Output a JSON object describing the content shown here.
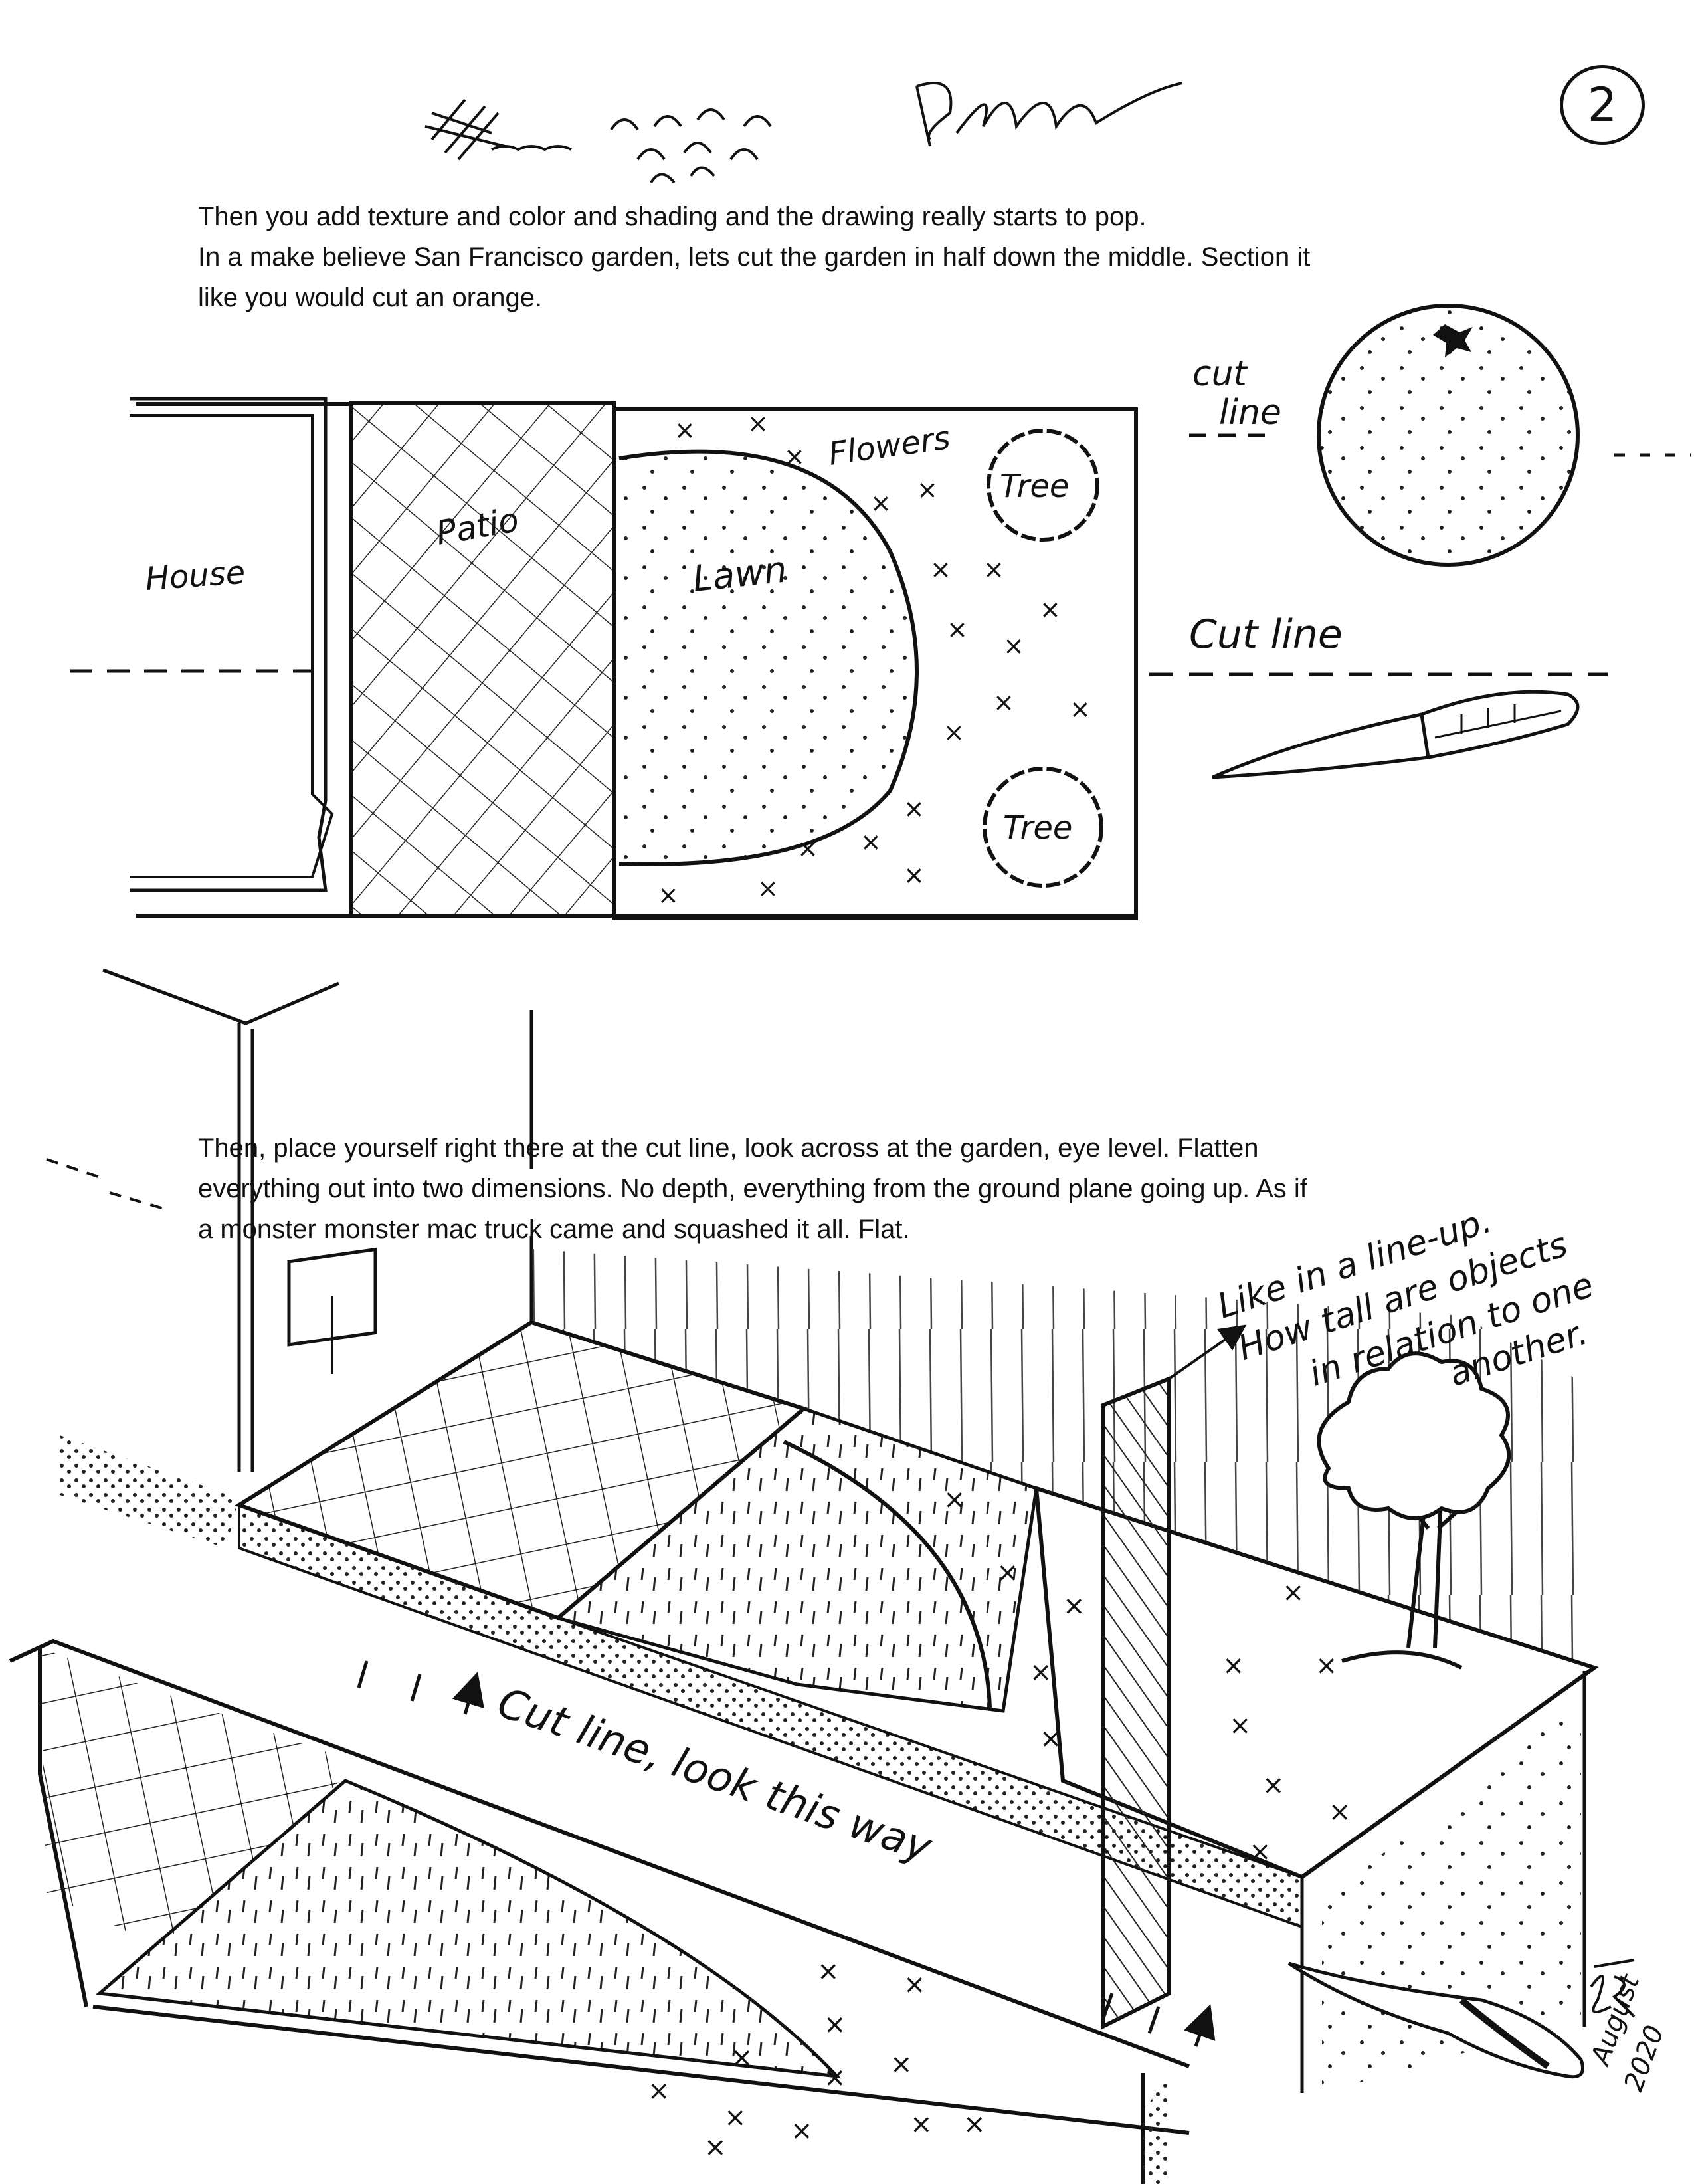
{
  "page_number": "2",
  "intro": {
    "line1": "Then you add texture and color and shading and the drawing really starts to pop.",
    "line2": "In a make believe San Francisco garden, lets cut the garden in half down the middle.  Section it",
    "line3": "like you would cut an orange."
  },
  "plan": {
    "house": "House",
    "patio": "Patio",
    "lawn": "Lawn",
    "flowers": "Flowers",
    "tree_top": "Tree",
    "tree_bottom": "Tree"
  },
  "orange": {
    "cut_word": "cut",
    "line_word": "line"
  },
  "knife_label": "Cut line",
  "middle": {
    "line1": "Then, place yourself right there at the cut line, look across at the garden, eye level.  Flatten",
    "line2": "everything out into two dimensions.  No depth, everything from the ground plane going up.  As if",
    "line3": "a monster monster mac truck came and squashed it all.  Flat."
  },
  "note": {
    "line1": "Like in a line-up.",
    "line2": "How tall are objects",
    "line3": "in relation to one",
    "line4": "another."
  },
  "cut_arrow_text": "Cut line, look this way",
  "signature": {
    "month": "August",
    "year": "2020"
  }
}
